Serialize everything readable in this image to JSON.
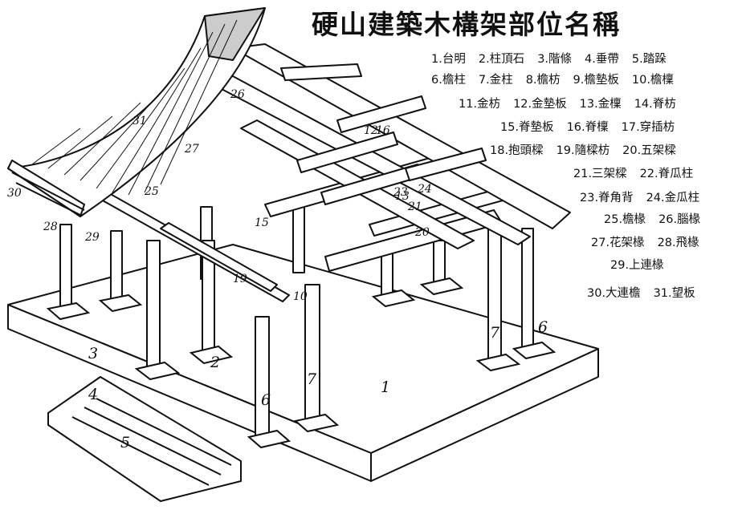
{
  "title": "硬山建築木構架部位名稱",
  "legend": [
    [
      "1.台明",
      "2.柱頂石",
      "3.階條",
      "4.垂帶",
      "5.踏跺"
    ],
    [
      "6.檐柱",
      "7.金柱",
      "8.檐枋",
      "9.檐墊板",
      "10.檐檁"
    ],
    [
      "11.金枋",
      "12.金墊板",
      "13.金檁",
      "14.脊枋"
    ],
    [
      "15.脊墊板",
      "16.脊檁",
      "17.穿插枋"
    ],
    [
      "18.抱頭樑",
      "19.隨樑枋",
      "20.五架樑"
    ],
    [
      "21.三架樑",
      "22.脊瓜柱"
    ],
    [
      "23.脊角背",
      "24.金瓜柱"
    ],
    [
      "25.檐椽",
      "26.腦椽"
    ],
    [
      "27.花架椽",
      "28.飛椽"
    ],
    [
      "29.上連椽"
    ],
    [
      "30.大連檐",
      "31.望板"
    ]
  ],
  "drawing_numbers": [
    "1",
    "2",
    "3",
    "4",
    "5",
    "6",
    "6",
    "7",
    "7",
    "10",
    "12",
    "13",
    "15",
    "16",
    "19",
    "20",
    "21",
    "23",
    "24",
    "25",
    "26",
    "27",
    "28",
    "29",
    "30",
    "31"
  ]
}
